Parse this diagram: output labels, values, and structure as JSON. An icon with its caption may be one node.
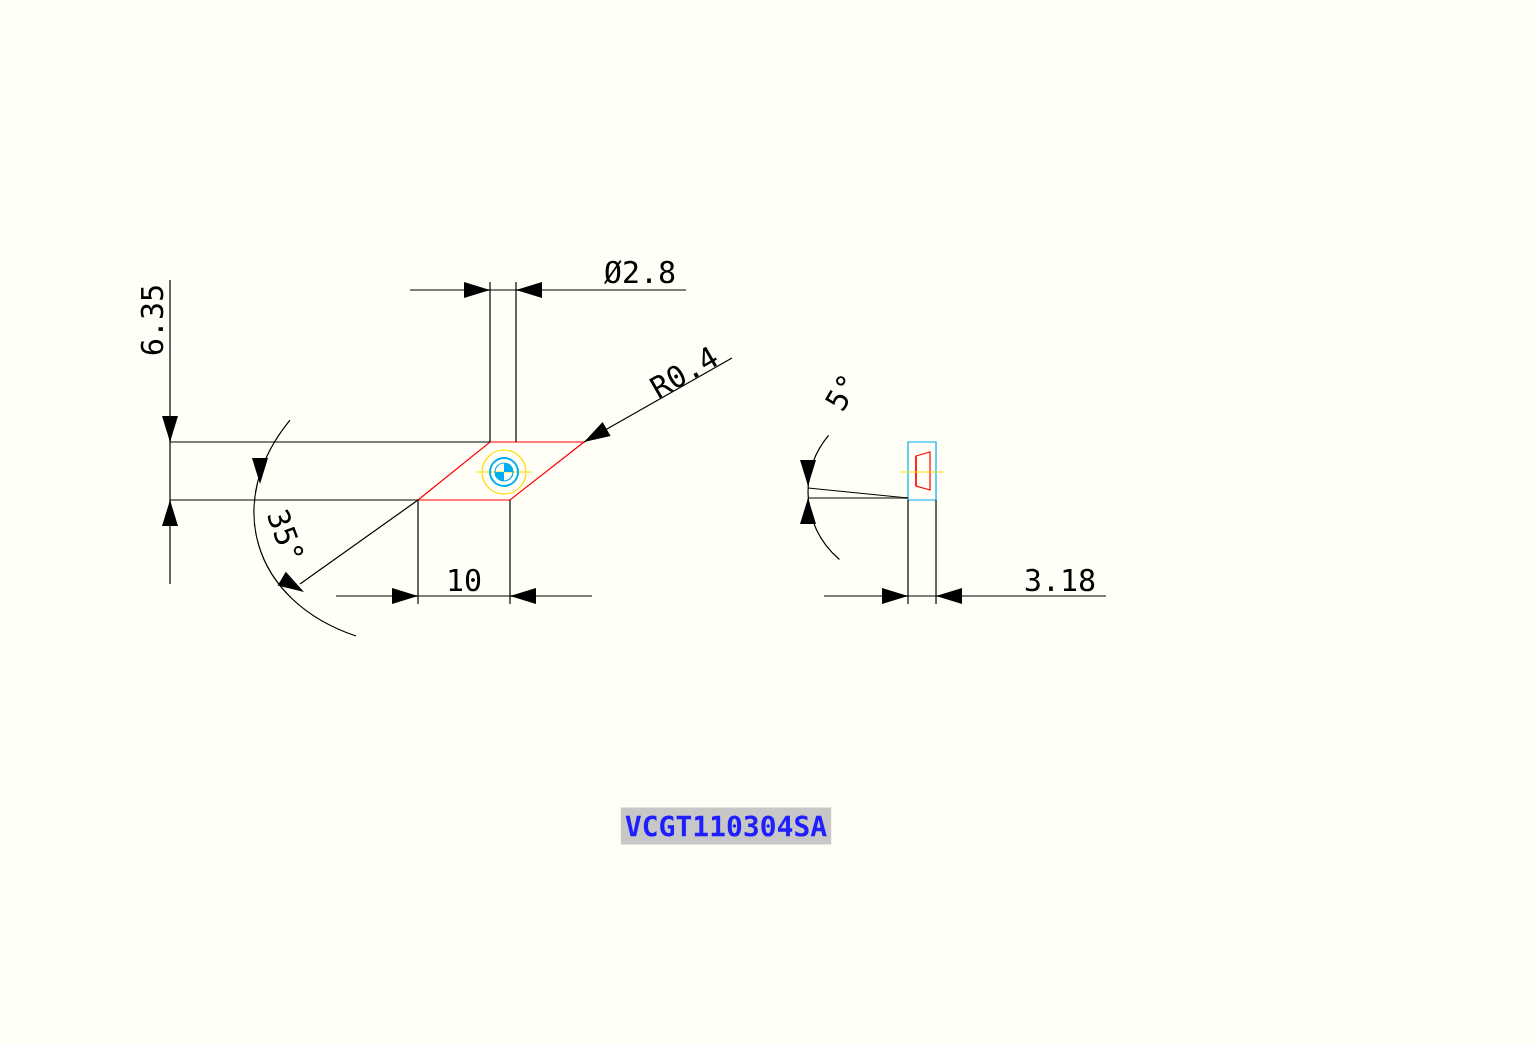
{
  "diagram": {
    "nodes": [
      {
        "text": [
          "VCGT110304SA"
        ]
      }
    ],
    "labels": [
      "Ø2.8",
      "6.35",
      "R0.4",
      "5°",
      "35°",
      "10",
      "3.18"
    ]
  }
}
